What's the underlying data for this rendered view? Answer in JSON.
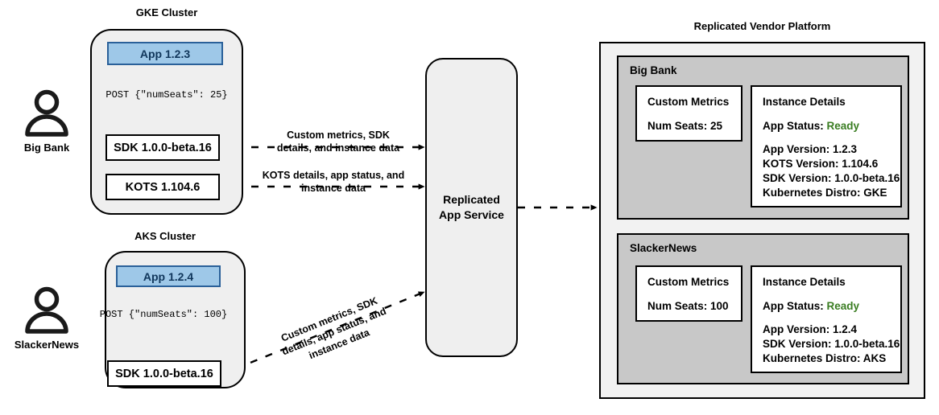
{
  "diagram": {
    "title_left_top": "GKE Cluster",
    "title_left_bottom": "AKS Cluster",
    "title_right": "Replicated Vendor Platform"
  },
  "actors": [
    {
      "name": "Big Bank",
      "icon": "person-icon"
    },
    {
      "name": "SlackerNews",
      "icon": "person-icon"
    }
  ],
  "clusters": [
    {
      "label": "GKE Cluster",
      "app_box": "App 1.2.3",
      "post_call": "POST {\"numSeats\": 25}",
      "components": [
        "SDK 1.0.0-beta.16",
        "KOTS 1.104.6"
      ]
    },
    {
      "label": "AKS Cluster",
      "app_box": "App 1.2.4",
      "post_call": "POST {\"numSeats\": 100}",
      "components": [
        "SDK 1.0.0-beta.16"
      ]
    }
  ],
  "service": {
    "line1": "Replicated",
    "line2": "App Service"
  },
  "edges": [
    {
      "id": "sdk-to-service",
      "line1": "Custom metrics, SDK",
      "line2": "details, and instance data"
    },
    {
      "id": "kots-to-service",
      "line1": "KOTS details, app status, and",
      "line2": "instance data"
    },
    {
      "id": "aks-sdk-to-service",
      "line1": "Custom metrics, SDK",
      "line2": "details, app status, and",
      "line3": "instance data"
    }
  ],
  "platform": {
    "title": "Replicated Vendor Platform",
    "tenants": [
      {
        "name": "Big Bank",
        "metrics": {
          "title": "Custom Metrics",
          "rows": [
            "Num Seats: 25"
          ]
        },
        "instance": {
          "title": "Instance Details",
          "status_label": "App Status:",
          "status_value": "Ready",
          "rows": [
            "App Version: 1.2.3",
            "KOTS Version: 1.104.6",
            "SDK Version: 1.0.0-beta.16",
            "Kubernetes Distro: GKE"
          ]
        }
      },
      {
        "name": "SlackerNews",
        "metrics": {
          "title": "Custom Metrics",
          "rows": [
            "Num Seats: 100"
          ]
        },
        "instance": {
          "title": "Instance Details",
          "status_label": "App Status:",
          "status_value": "Ready",
          "rows": [
            "App Version: 1.2.4",
            "SDK Version: 1.0.0-beta.16",
            "Kubernetes Distro: AKS"
          ]
        }
      }
    ]
  },
  "colors": {
    "app_fill": "#9ec8e8",
    "app_border": "#2a6099",
    "app_text": "#10365b",
    "cluster_fill": "#efefef",
    "platform_fill": "#f2f2f2",
    "tenant_fill": "#c8c8c8",
    "status_ready": "#3a7d22",
    "stroke": "#000000"
  }
}
